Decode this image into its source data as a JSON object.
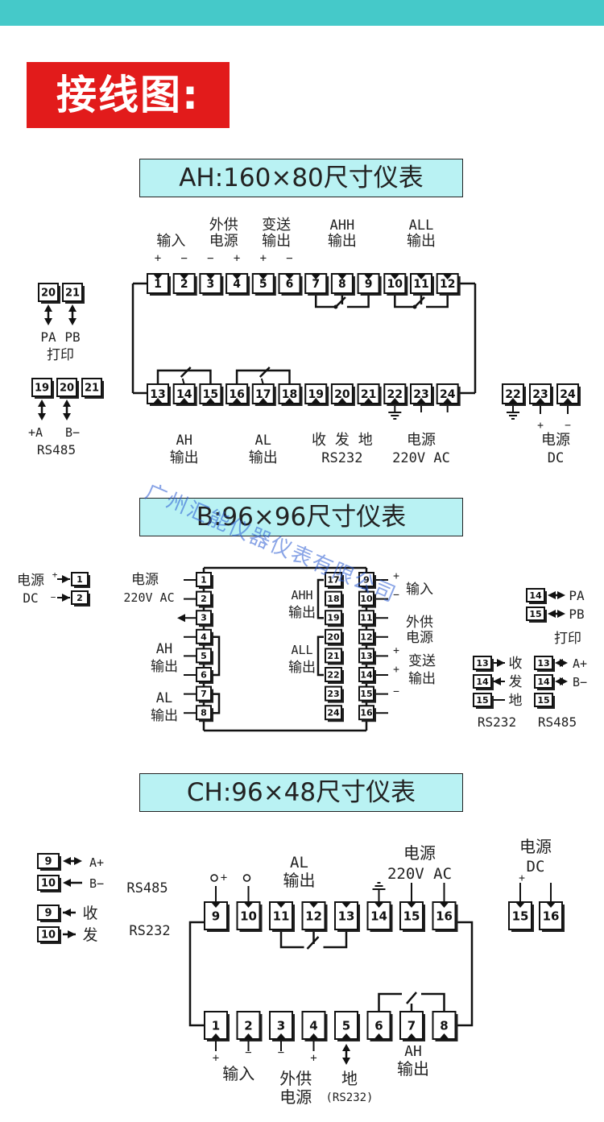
{
  "heading": "接线图:",
  "watermark": "广州汇能仪器仪表有限公司",
  "colors": {
    "top_bar": "#45c9c9",
    "heading_bg": "#e21b1b",
    "section_title_bg": "#b9f2f3"
  },
  "sections": {
    "ah": {
      "title": "AH:160×80尺寸仪表",
      "top_terminals": [
        "1",
        "2",
        "3",
        "4",
        "5",
        "6",
        "7",
        "8",
        "9",
        "10",
        "11",
        "12"
      ],
      "bottom_terminals": [
        "13",
        "14",
        "15",
        "16",
        "17",
        "18",
        "19",
        "20",
        "21",
        "22",
        "23",
        "24"
      ],
      "labels": {
        "input": "输入",
        "aux_power_1": "外供",
        "aux_power_2": "电源",
        "transmit_1": "变送",
        "transmit_2": "输出",
        "ahh_1": "AHH",
        "ahh_2": "输出",
        "all_1": "ALL",
        "all_2": "输出",
        "ah_1": "AH",
        "ah_2": "输出",
        "al_1": "AL",
        "al_2": "输出",
        "recv_send_gnd": "收 发 地",
        "rs232": "RS232",
        "power_1": "电源",
        "power_2": "220V AC",
        "dc_1": "电源",
        "dc_2": "DC",
        "pa": "PA",
        "pb": "PB",
        "print": "打印",
        "a_plus": "+A",
        "b_minus": "B−",
        "rs485": "RS485"
      },
      "signs": [
        "+",
        "−",
        "−",
        "+",
        "+",
        "−"
      ],
      "print_terminals": [
        "20",
        "21"
      ],
      "rs485_terminals": [
        "19",
        "20",
        "21"
      ],
      "dc_terminals": [
        "22",
        "23",
        "24"
      ]
    },
    "b": {
      "title": "B:96×96尺寸仪表",
      "left_terminals": [
        "1",
        "2",
        "3",
        "4",
        "5",
        "6",
        "7",
        "8"
      ],
      "right_terminals": [
        "9",
        "10",
        "11",
        "12",
        "13",
        "14",
        "15",
        "16"
      ],
      "inner_terminals": [
        "17",
        "18",
        "19",
        "20",
        "21",
        "22",
        "23",
        "24"
      ],
      "labels": {
        "power_1": "电源",
        "power_2": "220V AC",
        "ah_1": "AH",
        "ah_2": "输出",
        "al_1": "AL",
        "al_2": "输出",
        "ahh_1": "AHH",
        "ahh_2": "输出",
        "all_1": "ALL",
        "all_2": "输出",
        "input": "输入",
        "aux_1": "外供",
        "aux_2": "电源",
        "transmit_1": "变送",
        "transmit_2": "输出",
        "dc_1": "电源",
        "dc_2": "DC",
        "pa": "PA",
        "pb": "PB",
        "print": "打印",
        "recv": "收",
        "send": "发",
        "gnd": "地",
        "a_plus": "A+",
        "b_minus": "B−",
        "rs232": "RS232",
        "rs485": "RS485"
      },
      "dc_terminals": [
        "1",
        "2"
      ],
      "print_terminals": [
        "14",
        "15"
      ],
      "rs232_terminals": [
        "13",
        "14",
        "15"
      ],
      "rs485_terminals": [
        "13",
        "14",
        "15"
      ]
    },
    "ch": {
      "title": "CH:96×48尺寸仪表",
      "top_terminals": [
        "9",
        "10",
        "11",
        "12",
        "13",
        "14",
        "15",
        "16"
      ],
      "bottom_terminals": [
        "1",
        "2",
        "3",
        "4",
        "5",
        "6",
        "7",
        "8"
      ],
      "labels": {
        "rs485_a": "A+",
        "rs485_b": "B−",
        "rs485": "RS485",
        "recv": "收",
        "send": "发",
        "rs232": "RS232",
        "al_1": "AL",
        "al_2": "输出",
        "power_1": "电源",
        "power_2": "220V AC",
        "dc_1": "电源",
        "dc_2": "DC",
        "input": "输入",
        "aux_1": "外供",
        "aux_2": "电源",
        "gnd": "地",
        "gnd_rs232": "(RS232)",
        "ah_1": "AH",
        "ah_2": "输出"
      },
      "rs485_terminals": [
        "9",
        "10"
      ],
      "rs232_terminals": [
        "9",
        "10"
      ],
      "dc_terminals": [
        "15",
        "16"
      ]
    }
  }
}
